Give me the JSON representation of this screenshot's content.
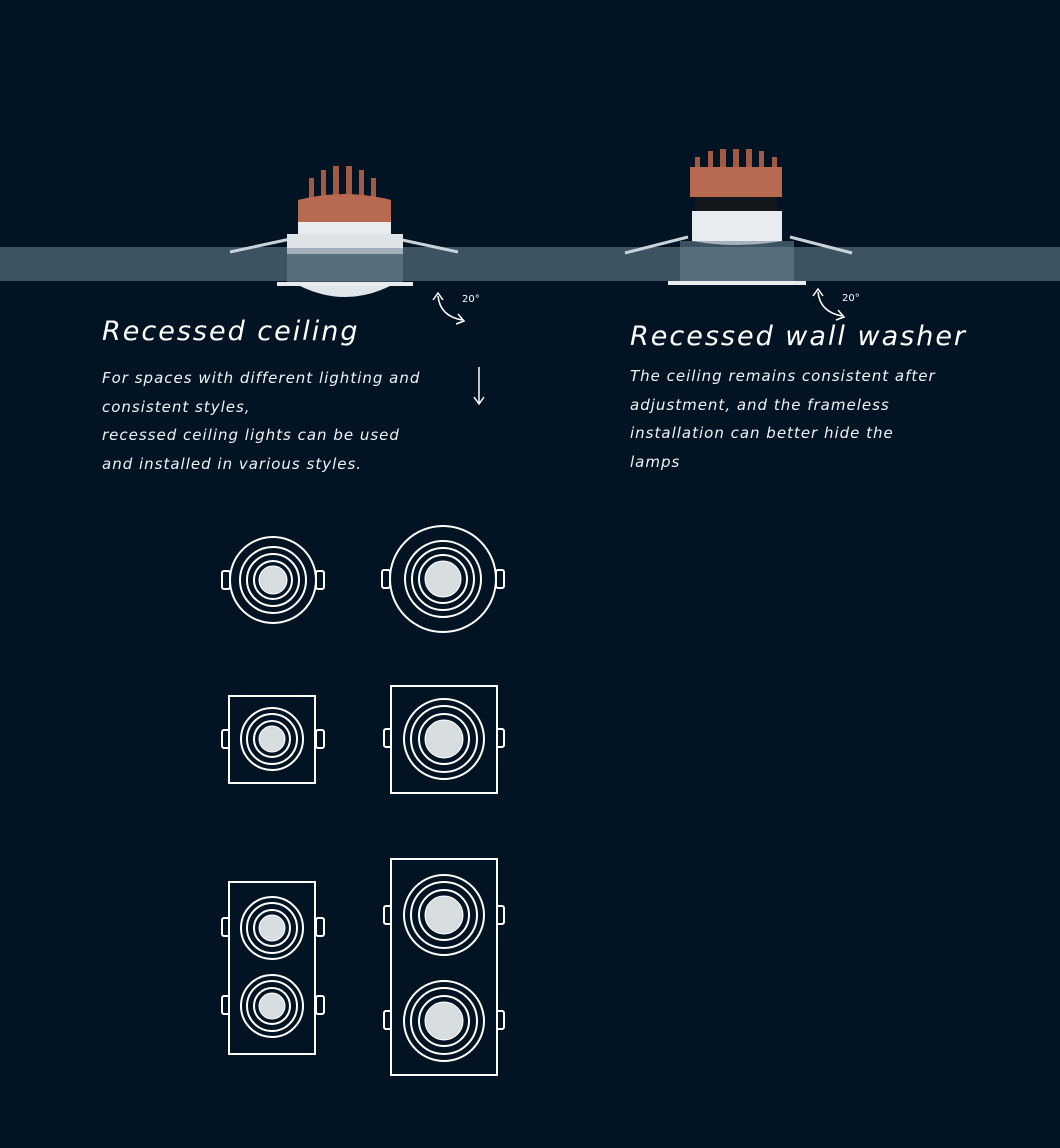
{
  "colors": {
    "background": "#021423",
    "ceiling_band": "#3d5361",
    "heatsink": "#b86a50",
    "line_art": "#ffffff"
  },
  "left_product": {
    "title": "Recessed ceiling",
    "angle_label": "20°",
    "description_lines": [
      "For spaces with different lighting and",
      "consistent styles,",
      "recessed ceiling lights can be used",
      "and installed in various styles."
    ]
  },
  "right_product": {
    "title": "Recessed wall washer",
    "angle_label": "20°",
    "description_lines": [
      "The ceiling remains consistent after",
      "adjustment, and the frameless",
      "installation can better hide the",
      "lamps"
    ]
  },
  "icons": {
    "rotate": "rotate-arrow-icon",
    "down": "down-arrow-icon"
  }
}
